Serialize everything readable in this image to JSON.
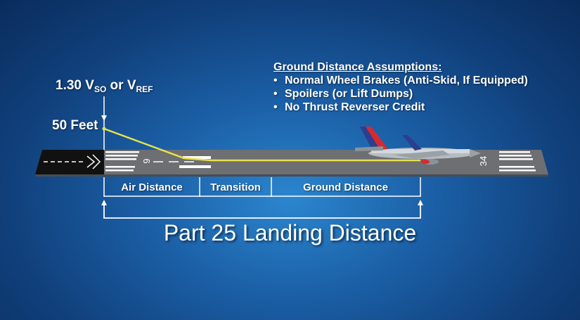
{
  "labels": {
    "speed_main": "1.30 V",
    "speed_sub1": "SO",
    "speed_or": " or V",
    "speed_sub2": "REF",
    "height": "50 Feet"
  },
  "assumptions": {
    "heading": "Ground Distance Assumptions:",
    "items": [
      "Normal Wheel Brakes (Anti-Skid, If Equipped)",
      "Spoilers  (or Lift Dumps)",
      "No Thrust Reverser Credit"
    ]
  },
  "segments": {
    "air": "Air Distance",
    "transition": "Transition",
    "ground": "Ground Distance"
  },
  "title": "Part 25 Landing Distance",
  "runway": {
    "number_left": "6",
    "number_right": "34"
  },
  "colors": {
    "path": "#e8e24a",
    "runway": "#6e6f72",
    "aircraft_tail": "#d8292f",
    "aircraft_tail_accent": "#2b3f8f"
  }
}
